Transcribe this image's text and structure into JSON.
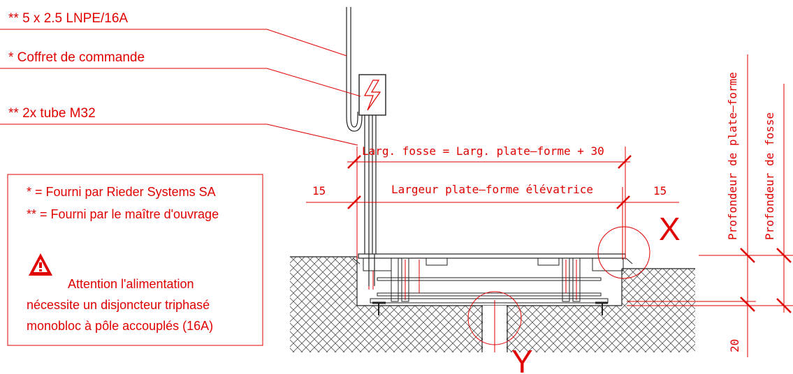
{
  "callouts": {
    "cable": "** 5 x 2.5 LNPE/16A",
    "control_box": "* Coffret de commande",
    "conduit": "** 2x tube M32"
  },
  "dimensions": {
    "pit_width": "Larg. fosse = Larg. plate–forme + 30",
    "platform_width": "Largeur plate–forme élévatrice",
    "left_gap": "15",
    "right_gap": "15",
    "platform_depth": "Profondeur de plate–forme",
    "pit_depth": "Profondeur de fosse",
    "bottom_gap": "20"
  },
  "details": {
    "x": "X",
    "y": "Y"
  },
  "legend": {
    "supplied_by_rieder": "* = Fourni par Rieder Systems SA",
    "supplied_by_owner": "** = Fourni par le maître d'ouvrage",
    "warning_line1": "Attention l'alimentation",
    "warning_line2": "nécessite un disjoncteur triphasé",
    "warning_line3": "monobloc à pôle accouplés (16A)"
  },
  "colors": {
    "annotation": "#e00000",
    "linework": "#222222"
  }
}
